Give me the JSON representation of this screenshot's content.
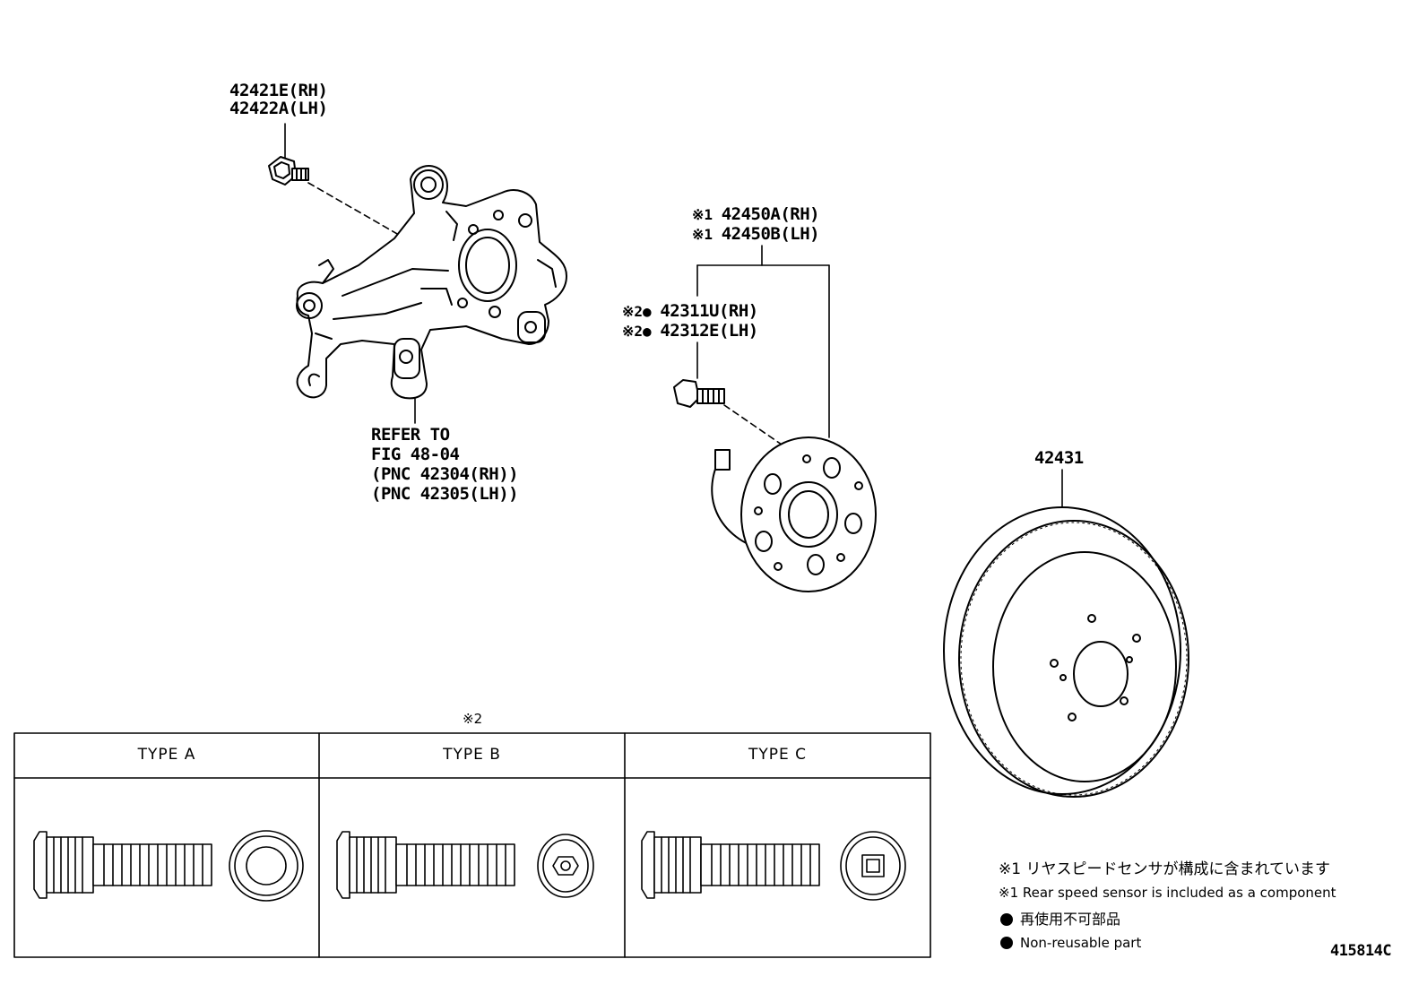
{
  "parts": {
    "knuckle_bolt": {
      "rh": "42421E(RH)",
      "lh": "42422A(LH)"
    },
    "refer": {
      "line1": "REFER TO",
      "line2": "FIG 48-04",
      "line3": "(PNC 42304(RH))",
      "line4": "(PNC 42305(LH))"
    },
    "hub_assy": {
      "mark": "※1",
      "rh": "42450A(RH)",
      "lh": "42450B(LH)"
    },
    "hub_bolt": {
      "mark": "※2●",
      "rh": "42311U(RH)",
      "lh": "42312E(LH)"
    },
    "disc": "42431"
  },
  "type_table": {
    "note_mark": "※2",
    "headers": [
      "TYPE A",
      "TYPE B",
      "TYPE C"
    ]
  },
  "notes": {
    "sensor_jp": "※1 リヤスピードセンサが構成に含まれています",
    "sensor_en": "※1 Rear speed sensor is included as a component",
    "nonreuse_jp": "再使用不可部品",
    "nonreuse_en": "Non-reusable part",
    "bullet_icon": "filled-circle"
  },
  "figure_id": "415814C"
}
